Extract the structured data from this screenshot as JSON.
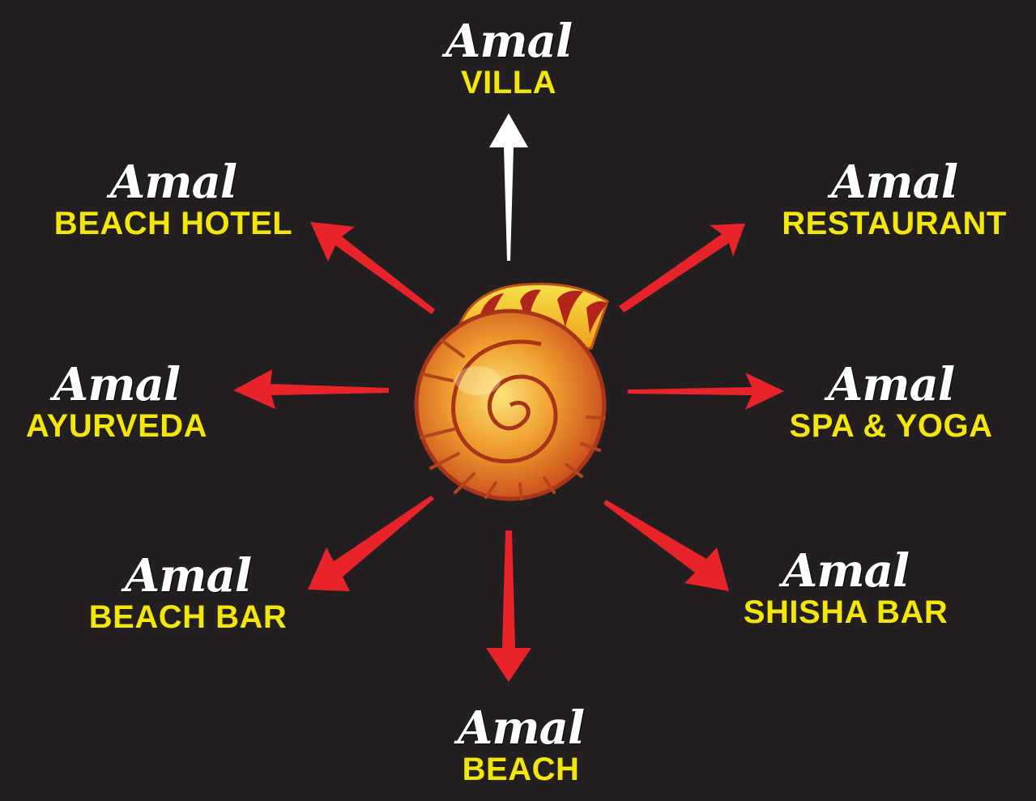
{
  "colors": {
    "background": "#231f20",
    "brand_text": "#ffffff",
    "label_text": "#f2e60a",
    "arrow_red": "#e8242a",
    "arrow_white": "#ffffff",
    "shell_orange": "#e8732a",
    "shell_yellow": "#f5c518",
    "shell_dark_red": "#b3241b"
  },
  "center": {
    "icon": "nautilus-shell-logo"
  },
  "nodes": [
    {
      "id": "villa",
      "brand": "Amal",
      "label": "VILLA",
      "arrow_color": "white",
      "direction": "up"
    },
    {
      "id": "restaurant",
      "brand": "Amal",
      "label": "RESTAURANT",
      "arrow_color": "red",
      "direction": "up-right"
    },
    {
      "id": "spa-yoga",
      "brand": "Amal",
      "label": "SPA & YOGA",
      "arrow_color": "red",
      "direction": "right"
    },
    {
      "id": "shisha-bar",
      "brand": "Amal",
      "label": "SHISHA BAR",
      "arrow_color": "red",
      "direction": "down-right"
    },
    {
      "id": "beach",
      "brand": "Amal",
      "label": "BEACH",
      "arrow_color": "red",
      "direction": "down"
    },
    {
      "id": "beach-bar",
      "brand": "Amal",
      "label": "BEACH BAR",
      "arrow_color": "red",
      "direction": "down-left"
    },
    {
      "id": "ayurveda",
      "brand": "Amal",
      "label": "AYURVEDA",
      "arrow_color": "red",
      "direction": "left"
    },
    {
      "id": "beach-hotel",
      "brand": "Amal",
      "label": "BEACH HOTEL",
      "arrow_color": "red",
      "direction": "up-left"
    }
  ]
}
